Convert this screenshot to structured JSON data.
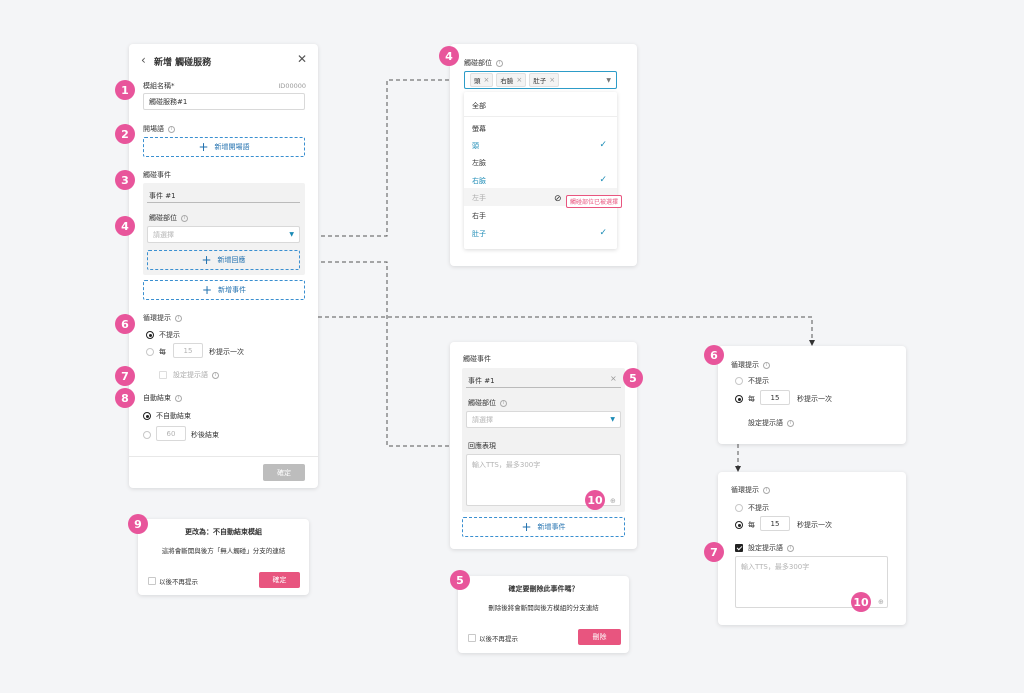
{
  "main_panel": {
    "back_icon": "chevron-left-icon",
    "title": "新增 觸碰服務",
    "close_icon": "close-icon",
    "module_name_label": "模組名稱*",
    "module_id": "ID00000",
    "module_name_value": "觸碰服務#1",
    "opening_label": "開場語",
    "add_opening": "新增開場語",
    "touch_event_label": "觸碰事件",
    "event_name": "事件 #1",
    "touch_part_label": "觸碰部位",
    "touch_part_placeholder": "請選擇",
    "add_response": "新增回應",
    "add_event": "新增事件",
    "loop_label": "循環提示",
    "no_prompt": "不提示",
    "every": "每",
    "seconds_value": "15",
    "seconds_suffix": "秒提示一次",
    "set_prompt": "設定提示語",
    "auto_end_label": "自動結束",
    "no_auto_end": "不自動結束",
    "end_seconds": "60",
    "end_suffix": "秒後結束",
    "confirm": "確定"
  },
  "badges": [
    "1",
    "2",
    "3",
    "4",
    "5",
    "6",
    "7",
    "8",
    "9",
    "10"
  ],
  "touch_dropdown": {
    "label": "觸碰部位",
    "tags": [
      "頭",
      "右臉",
      "肚子"
    ],
    "options": [
      {
        "label": "全部",
        "selected": false
      },
      {
        "label": "螢幕",
        "selected": false
      },
      {
        "label": "頭",
        "selected": true
      },
      {
        "label": "左臉",
        "selected": false
      },
      {
        "label": "右臉",
        "selected": true
      },
      {
        "label": "左手",
        "selected": false,
        "disabled": true
      },
      {
        "label": "右手",
        "selected": false
      },
      {
        "label": "肚子",
        "selected": true
      }
    ],
    "disabled_tooltip": "觸碰部位已被選擇"
  },
  "event_card": {
    "title": "觸碰事件",
    "event_name": "事件 #1",
    "touch_part_label": "觸碰部位",
    "placeholder": "請選擇",
    "response_label": "回應表現",
    "tts_placeholder": "輸入TTS，最多300字",
    "add_event": "新增事件"
  },
  "loop_card_a": {
    "title": "循環提示",
    "no_prompt": "不提示",
    "every": "每",
    "seconds": "15",
    "suffix": "秒提示一次",
    "set_prompt": "設定提示語"
  },
  "loop_card_b": {
    "title": "循環提示",
    "no_prompt": "不提示",
    "every": "每",
    "seconds": "15",
    "suffix": "秒提示一次",
    "set_prompt": "設定提示語",
    "tts_placeholder": "輸入TTS，最多300字"
  },
  "modal_auto_end": {
    "title": "更改為：不自動結束模組",
    "body": "這將會斷開與後方「無人觸碰」分支的連結",
    "dont_show": "以後不再提示",
    "confirm": "確定"
  },
  "modal_delete": {
    "title": "確定要刪除此事件嗎？",
    "body": "刪除後將會斷開與後方模組的分支連結",
    "dont_show": "以後不再提示",
    "delete": "刪除"
  },
  "colors": {
    "badge": "#e8559b",
    "accent": "#1a8ab5",
    "danger": "#e8557f"
  }
}
